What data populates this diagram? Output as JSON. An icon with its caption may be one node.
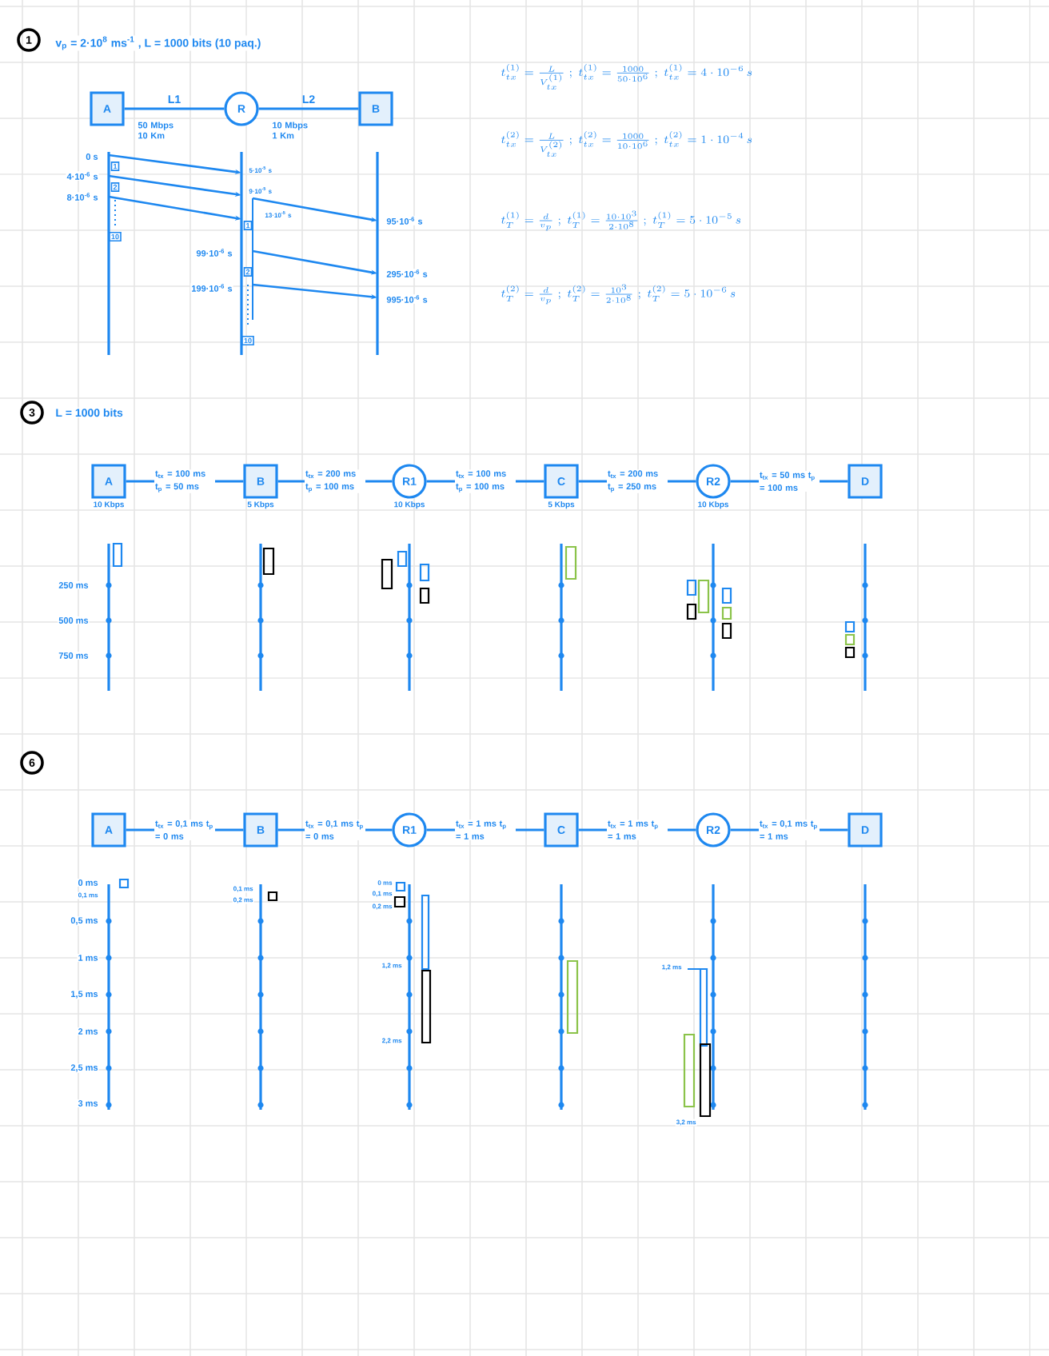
{
  "diagram": {
    "nodes": [
      {
        "text": [
          "A"
        ]
      },
      {
        "text": [
          "R"
        ]
      },
      {
        "text": [
          "B"
        ]
      },
      {
        "text": [
          "A"
        ],
        "beside": [
          "10 Kbps"
        ]
      },
      {
        "text": [
          "B"
        ],
        "beside": [
          "5 Kbps"
        ]
      },
      {
        "text": [
          "R1"
        ],
        "beside": [
          "10 Kbps"
        ]
      },
      {
        "text": [
          "C"
        ],
        "beside": [
          "5 Kbps"
        ]
      },
      {
        "text": [
          "R2"
        ],
        "beside": [
          "10 Kbps"
        ]
      },
      {
        "text": [
          "D"
        ]
      },
      {
        "text": [
          "A"
        ]
      },
      {
        "text": [
          "B"
        ]
      },
      {
        "text": [
          "R1"
        ]
      },
      {
        "text": [
          "C"
        ]
      },
      {
        "text": [
          "R2"
        ]
      },
      {
        "text": [
          "D"
        ]
      }
    ],
    "edges": [
      {
        "from": 0,
        "to": 1,
        "arrow": "none",
        "label": "L1"
      },
      {
        "from": 1,
        "to": 2,
        "arrow": "none",
        "label": "L2"
      },
      {
        "from": 3,
        "to": 4,
        "arrow": "none",
        "label": "t$_{tx}$ = 100 ms t$_{p}$ = 50 ms"
      },
      {
        "from": 4,
        "to": 5,
        "arrow": "none",
        "label": "t$_{tx}$ = 200 ms t$_{p}$ = 100 ms"
      },
      {
        "from": 5,
        "to": 6,
        "arrow": "none",
        "label": "t$_{tx}$ = 100 ms t$_{p}$ = 100 ms"
      },
      {
        "from": 6,
        "to": 7,
        "arrow": "none",
        "label": "t$_{tx}$ = 200 ms t$_{p}$ = 250 ms"
      },
      {
        "from": 7,
        "to": 8,
        "arrow": "none",
        "label": "t$_{tx}$ = 50 ms t$_{p}$ = 100 ms"
      },
      {
        "from": 9,
        "to": 10,
        "arrow": "none",
        "label": "t$_{tx}$ = 0,1 ms t$_{p}$ = 0 ms"
      },
      {
        "from": 10,
        "to": 11,
        "arrow": "none",
        "label": "t$_{tx}$ = 0,1 ms t$_{p}$ = 0 ms"
      },
      {
        "from": 11,
        "to": 12,
        "arrow": "none",
        "label": "t$_{tx}$ = 1 ms t$_{p}$ = 1 ms"
      },
      {
        "from": 12,
        "to": 13,
        "arrow": "none",
        "label": "t$_{tx}$ = 1 ms t$_{p}$ = 1 ms"
      },
      {
        "from": 13,
        "to": 14,
        "arrow": "none",
        "label": "t$_{tx}$ = 0,1 ms t$_{p}$ = 1 ms"
      }
    ],
    "labels": [
      "1",
      "v$_{p}$ = 2·10$^{8}$ ms$^{-1}$ , L = 1000 bits (10 paq.)",
      "50 Mbps 10 Km",
      "10 Mbps 1 Km",
      "0 s",
      "4·10$^{-6}$ s",
      "8·10$^{-6}$ s",
      "1",
      "2",
      "10",
      "5·10$^{-5}$ s",
      "9·10$^{-5}$ s",
      "13·10$^{-5}$ s",
      "1",
      "2",
      "10",
      "99·10$^{-6}$ s",
      "199·10$^{-6}$ s",
      "95·10$^{-6}$ s",
      "295·10$^{-6}$ s",
      "995·10$^{-6}$ s",
      "t_{tx}^{(1)} = \\frac{L}{V_{tx}^{(1)}}\\;;\\; t_{tx}^{(1)} = \\frac{1000}{50\\cdot 10^{6}}\\;;\\; t_{tx}^{(1)} = 4\\cdot 10^{-6}\\,s",
      "t_{tx}^{(2)} = \\frac{L}{V_{tx}^{(2)}}\\;;\\; t_{tx}^{(2)} = \\frac{1000}{10\\cdot 10^{6}}\\;;\\; t_{tx}^{(2)} = 1\\cdot 10^{-4}\\,s",
      "t_{T}^{(1)} = \\frac{d}{v_{p}}\\;;\\; t_{T}^{(1)} = \\frac{10\\cdot 10^{3}}{2\\cdot 10^{8}}\\;;\\; t_{T}^{(1)} = 5\\cdot 10^{-5}\\,s",
      "t_{T}^{(2)} = \\frac{d}{v_{p}}\\;;\\; t_{T}^{(2)} = \\frac{10^{3}}{2\\cdot 10^{8}}\\;;\\; t_{T}^{(2)} = 5\\cdot 10^{-6}\\,s",
      "3",
      "L = 1000 bits",
      "250 ms",
      "500 ms",
      "750 ms",
      "6",
      "0 ms",
      "0,1 ms",
      "0,5 ms",
      "1 ms",
      "1,5 ms",
      "2 ms",
      "2,5 ms",
      "3 ms",
      "0,1 ms",
      "0,2 ms",
      "0 ms",
      "0,1 ms",
      "0,2 ms",
      "1,2 ms",
      "2,2 ms",
      "1,2 ms",
      "3,2 ms"
    ]
  }
}
